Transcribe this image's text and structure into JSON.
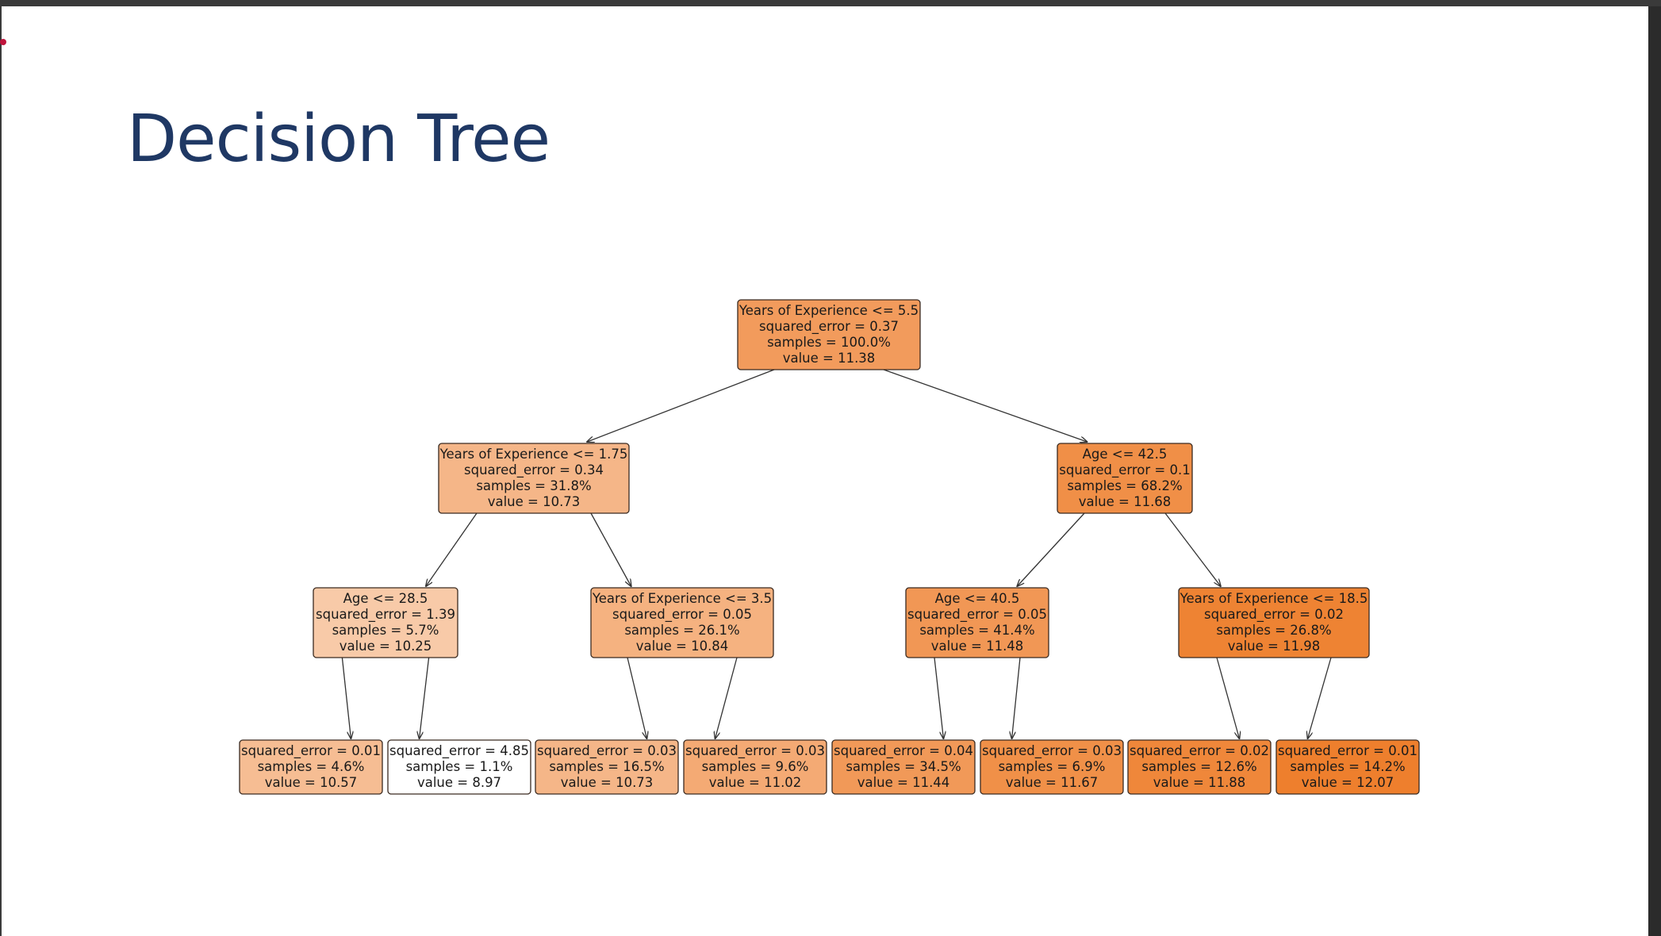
{
  "slide": {
    "title": "Decision Tree"
  },
  "tree": {
    "colors": {
      "edge": "#333333",
      "border": "#3a2a20",
      "low": "#ffffff",
      "high": "#ee7f2d"
    },
    "nodes": [
      {
        "id": "root",
        "lines": [
          "Years of Experience <= 5.5",
          "squared_error = 0.37",
          "samples = 100.0%",
          "value = 11.38"
        ],
        "value": 11.38
      },
      {
        "id": "n1",
        "lines": [
          "Years of Experience <= 1.75",
          "squared_error = 0.34",
          "samples = 31.8%",
          "value = 10.73"
        ],
        "value": 10.73
      },
      {
        "id": "n2",
        "lines": [
          "Age <= 42.5",
          "squared_error = 0.1",
          "samples = 68.2%",
          "value = 11.68"
        ],
        "value": 11.68
      },
      {
        "id": "n3",
        "lines": [
          "Age <= 28.5",
          "squared_error = 1.39",
          "samples = 5.7%",
          "value = 10.25"
        ],
        "value": 10.25
      },
      {
        "id": "n4",
        "lines": [
          "Years of Experience <= 3.5",
          "squared_error = 0.05",
          "samples = 26.1%",
          "value = 10.84"
        ],
        "value": 10.84
      },
      {
        "id": "n5",
        "lines": [
          "Age <= 40.5",
          "squared_error = 0.05",
          "samples = 41.4%",
          "value = 11.48"
        ],
        "value": 11.48
      },
      {
        "id": "n6",
        "lines": [
          "Years of Experience <= 18.5",
          "squared_error = 0.02",
          "samples = 26.8%",
          "value = 11.98"
        ],
        "value": 11.98
      },
      {
        "id": "l1",
        "lines": [
          "squared_error = 0.01",
          "samples = 4.6%",
          "value = 10.57"
        ],
        "value": 10.57
      },
      {
        "id": "l2",
        "lines": [
          "squared_error = 4.85",
          "samples = 1.1%",
          "value = 8.97"
        ],
        "value": 8.97
      },
      {
        "id": "l3",
        "lines": [
          "squared_error = 0.03",
          "samples = 16.5%",
          "value = 10.73"
        ],
        "value": 10.73
      },
      {
        "id": "l4",
        "lines": [
          "squared_error = 0.03",
          "samples = 9.6%",
          "value = 11.02"
        ],
        "value": 11.02
      },
      {
        "id": "l5",
        "lines": [
          "squared_error = 0.04",
          "samples = 34.5%",
          "value = 11.44"
        ],
        "value": 11.44
      },
      {
        "id": "l6",
        "lines": [
          "squared_error = 0.03",
          "samples = 6.9%",
          "value = 11.67"
        ],
        "value": 11.67
      },
      {
        "id": "l7",
        "lines": [
          "squared_error = 0.02",
          "samples = 12.6%",
          "value = 11.88"
        ],
        "value": 11.88
      },
      {
        "id": "l8",
        "lines": [
          "squared_error = 0.01",
          "samples = 14.2%",
          "value = 12.07"
        ],
        "value": 12.07
      }
    ],
    "edges": [
      [
        "root",
        "n1"
      ],
      [
        "root",
        "n2"
      ],
      [
        "n1",
        "n3"
      ],
      [
        "n1",
        "n4"
      ],
      [
        "n2",
        "n5"
      ],
      [
        "n2",
        "n6"
      ],
      [
        "n3",
        "l1"
      ],
      [
        "n3",
        "l2"
      ],
      [
        "n4",
        "l3"
      ],
      [
        "n4",
        "l4"
      ],
      [
        "n5",
        "l5"
      ],
      [
        "n5",
        "l6"
      ],
      [
        "n6",
        "l7"
      ],
      [
        "n6",
        "l8"
      ]
    ]
  }
}
